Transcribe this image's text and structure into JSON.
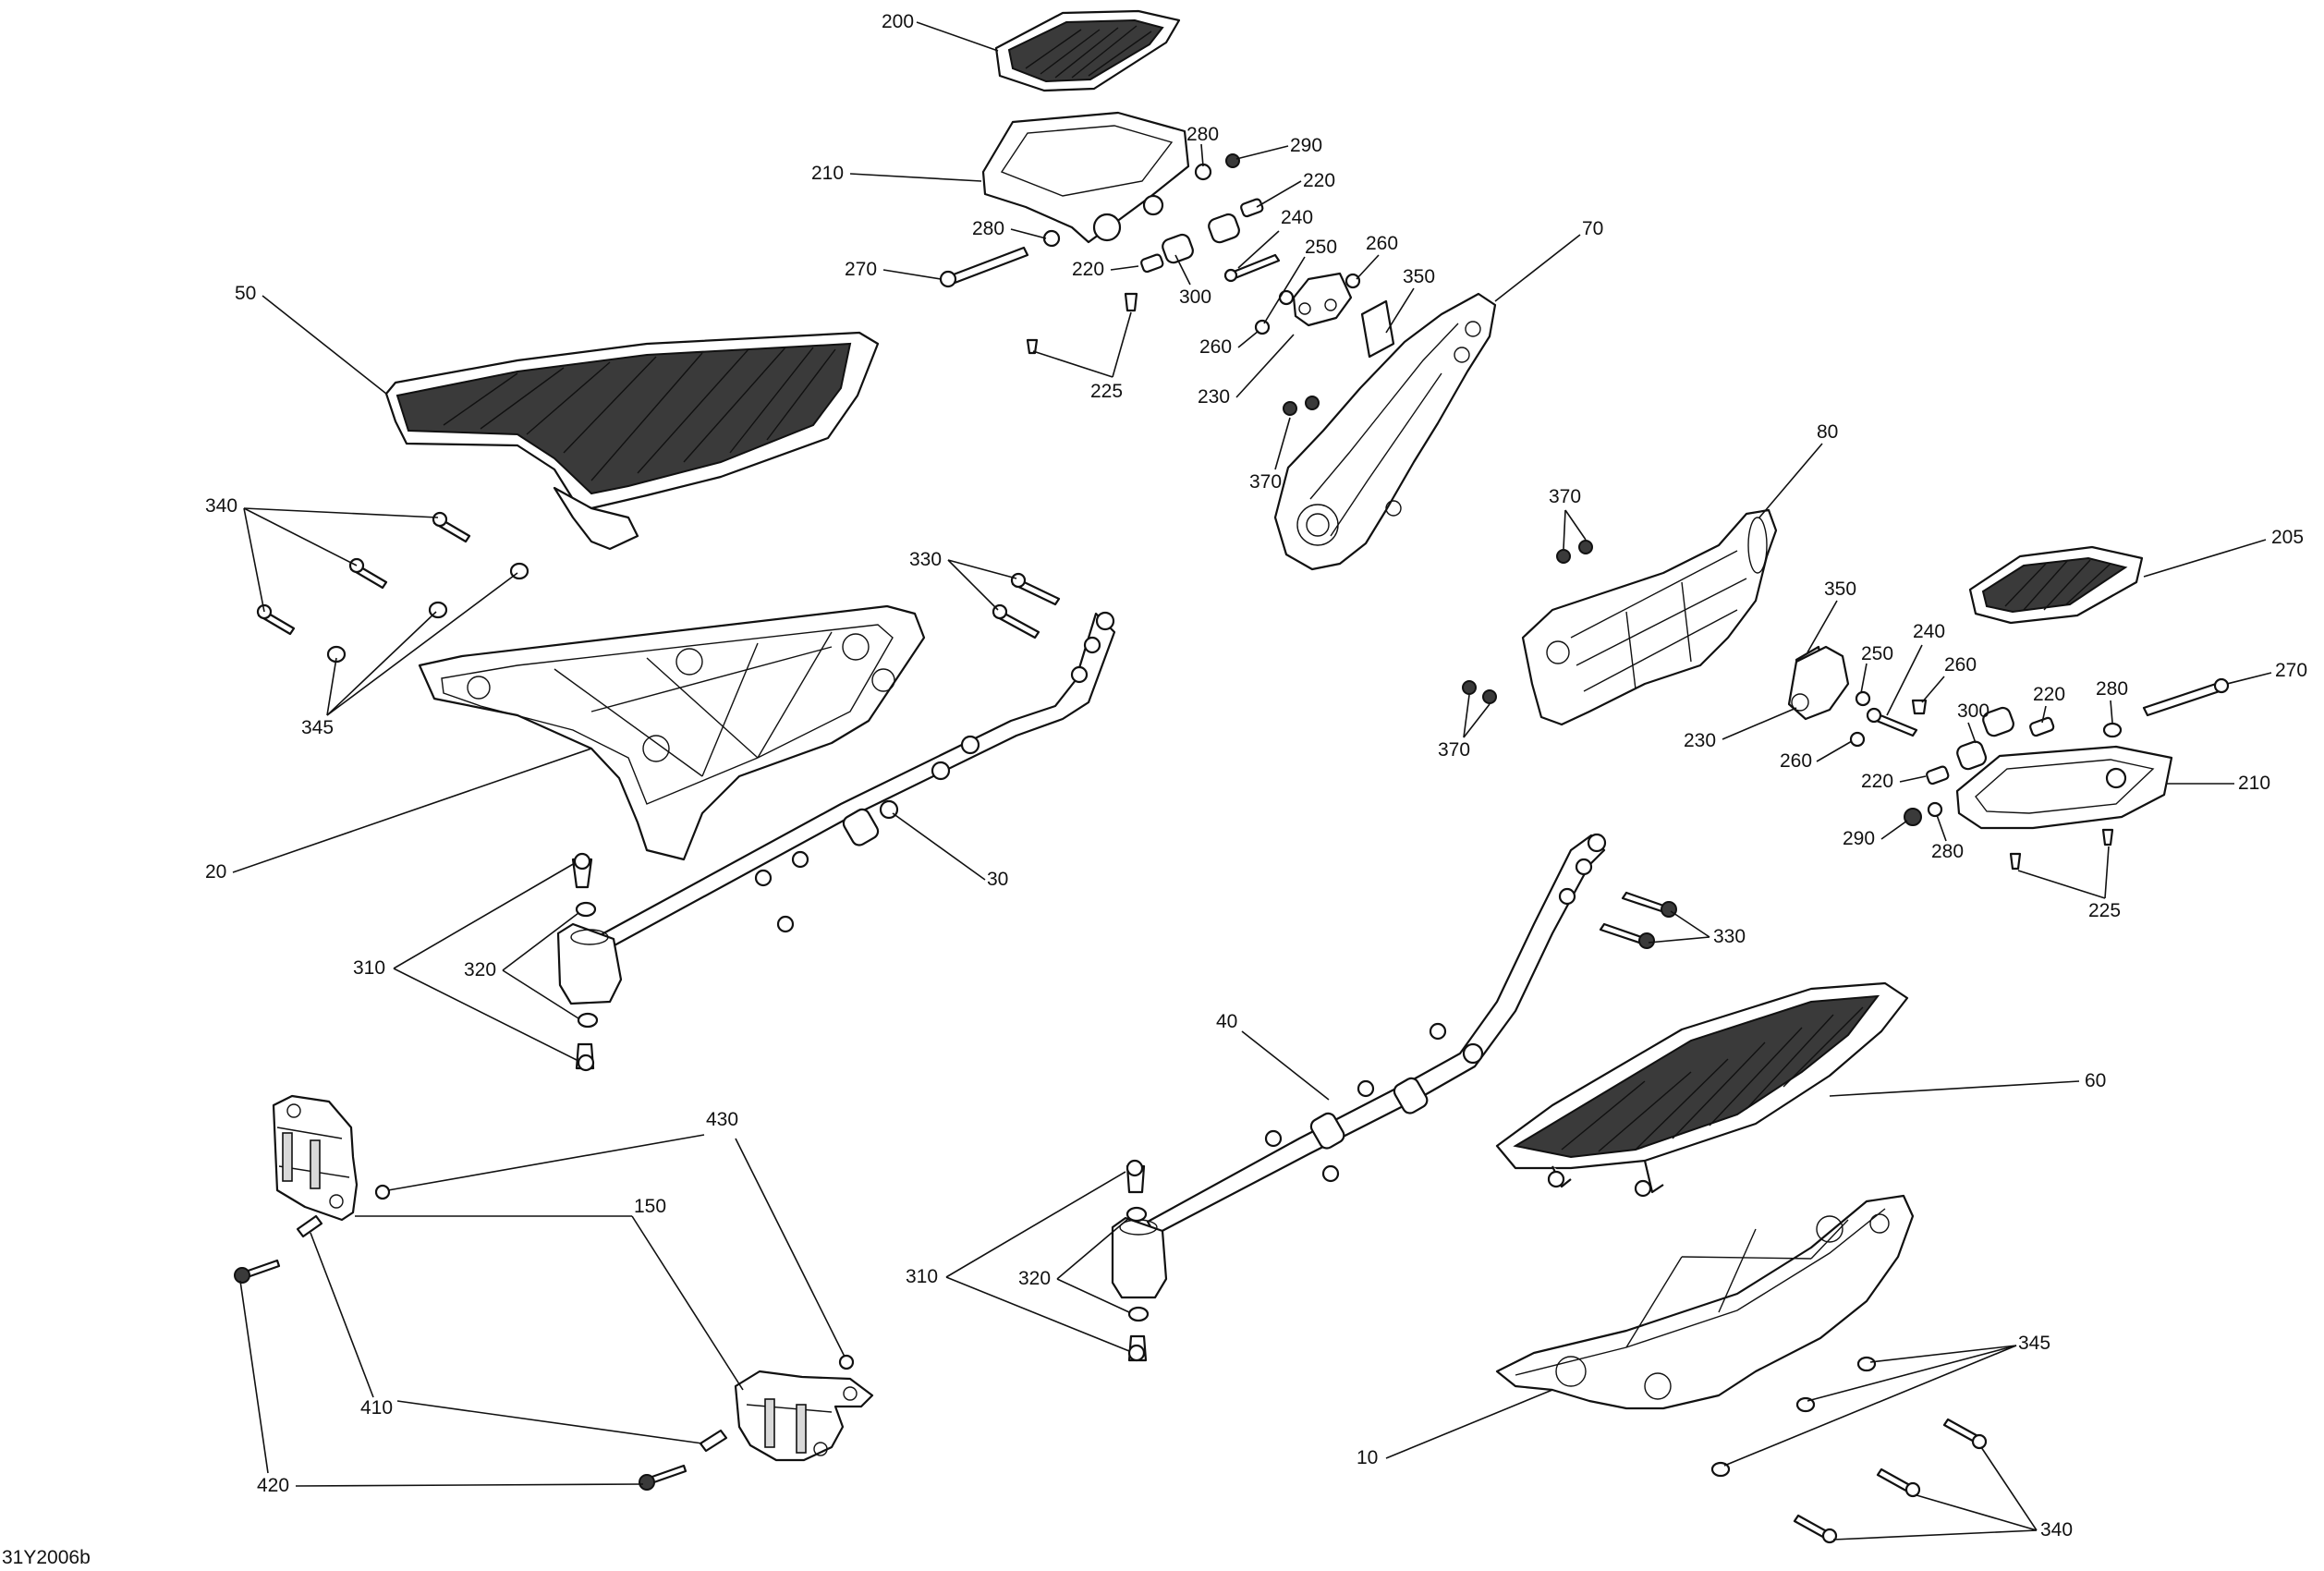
{
  "diagram": {
    "figure_code": "31Y2006b",
    "callouts": {
      "c200": "200",
      "c210a": "210",
      "c280a": "280",
      "c290a": "290",
      "c220a": "220",
      "c280b": "280",
      "c240a": "240",
      "c270a": "270",
      "c220b": "220",
      "c300a": "300",
      "c250a": "250",
      "c260a": "260",
      "c70": "70",
      "c350a": "350",
      "c260b": "260",
      "c225a": "225",
      "c230a": "230",
      "c50": "50",
      "c370a": "370",
      "c80": "80",
      "c370b": "370",
      "c205": "205",
      "c340a": "340",
      "c330a": "330",
      "c350b": "350",
      "c240b": "240",
      "c250b": "250",
      "c260c": "260",
      "c270b": "270",
      "c345a": "345",
      "c300b": "300",
      "c220c": "220",
      "c280c": "280",
      "c230b": "230",
      "c370c": "370",
      "c260d": "260",
      "c220d": "220",
      "c210b": "210",
      "c20": "20",
      "c30": "30",
      "c290b": "290",
      "c280d": "280",
      "c225b": "225",
      "c310a": "310",
      "c320a": "320",
      "c330b": "330",
      "c40": "40",
      "c60": "60",
      "c430": "430",
      "c150": "150",
      "c310b": "310",
      "c320b": "320",
      "c345b": "345",
      "c410": "410",
      "c10": "10",
      "c420": "420",
      "c340b": "340"
    }
  }
}
